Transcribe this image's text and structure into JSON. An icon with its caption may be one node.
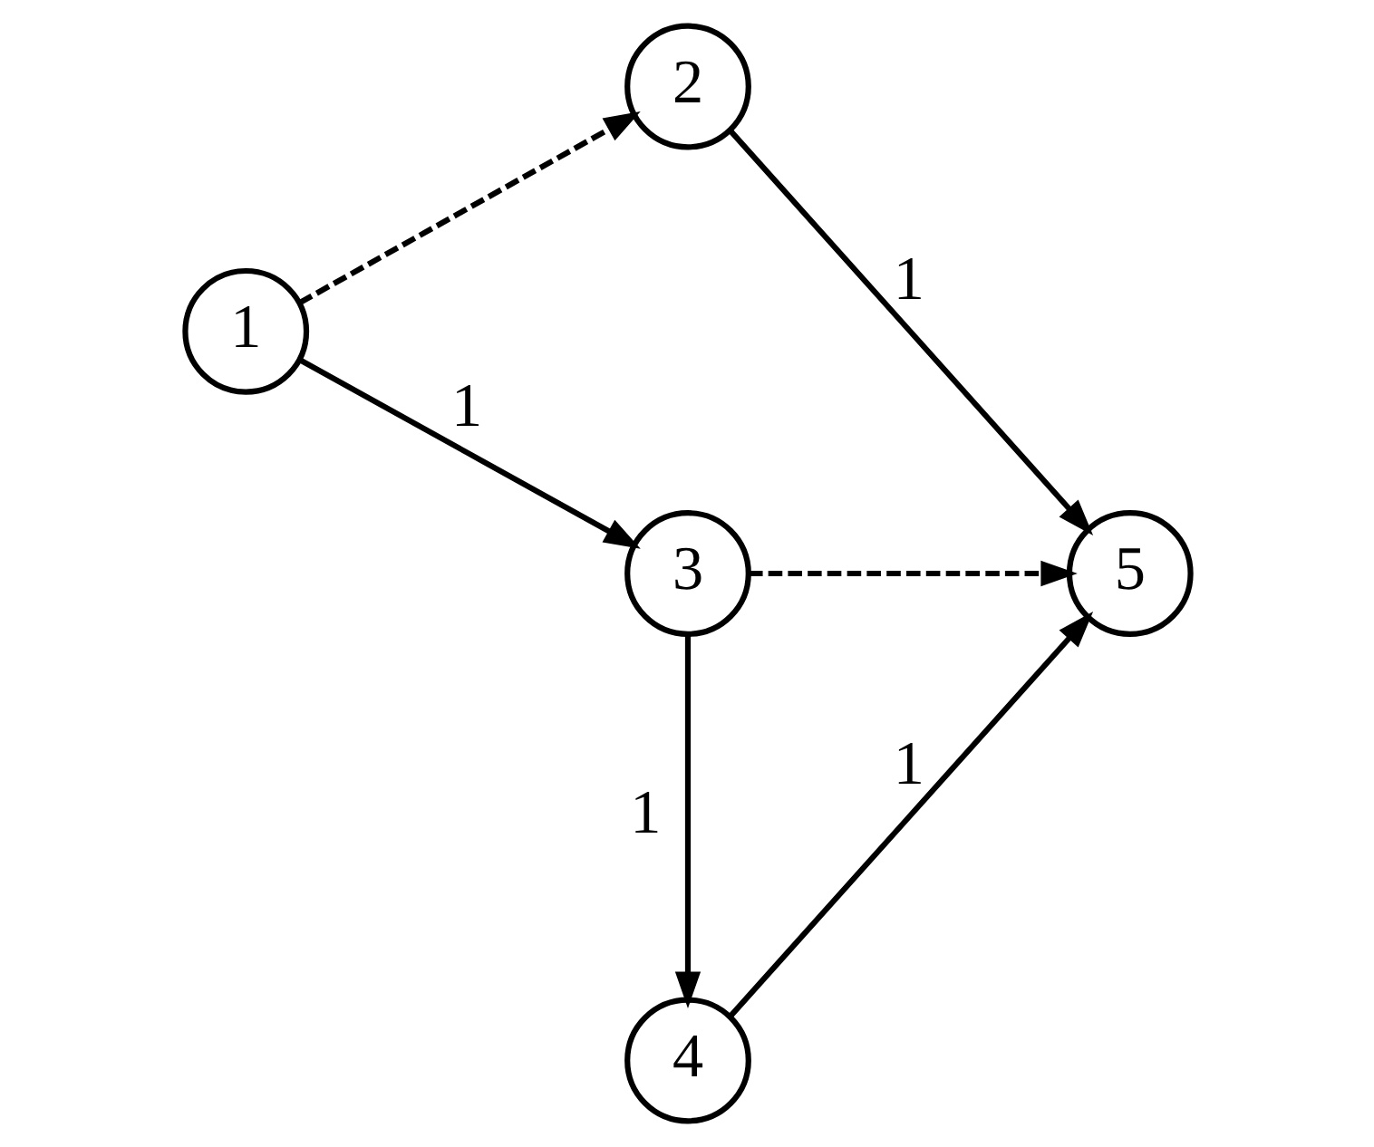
{
  "diagram": {
    "nodes": [
      {
        "text": [
          "1"
        ]
      },
      {
        "text": [
          "2"
        ]
      },
      {
        "text": [
          "3"
        ]
      },
      {
        "text": [
          "4"
        ]
      },
      {
        "text": [
          "5"
        ]
      }
    ],
    "edges": [
      {
        "from": 0,
        "to": 1,
        "arrow": "to",
        "style": "dashed"
      },
      {
        "from": 1,
        "to": 4,
        "arrow": "to",
        "label": "1"
      },
      {
        "from": 0,
        "to": 2,
        "arrow": "to",
        "label": "1"
      },
      {
        "from": 2,
        "to": 4,
        "arrow": "to",
        "style": "dashed"
      },
      {
        "from": 2,
        "to": 3,
        "arrow": "to",
        "label": "1"
      },
      {
        "from": 3,
        "to": 4,
        "arrow": "to",
        "label": "1"
      }
    ]
  }
}
